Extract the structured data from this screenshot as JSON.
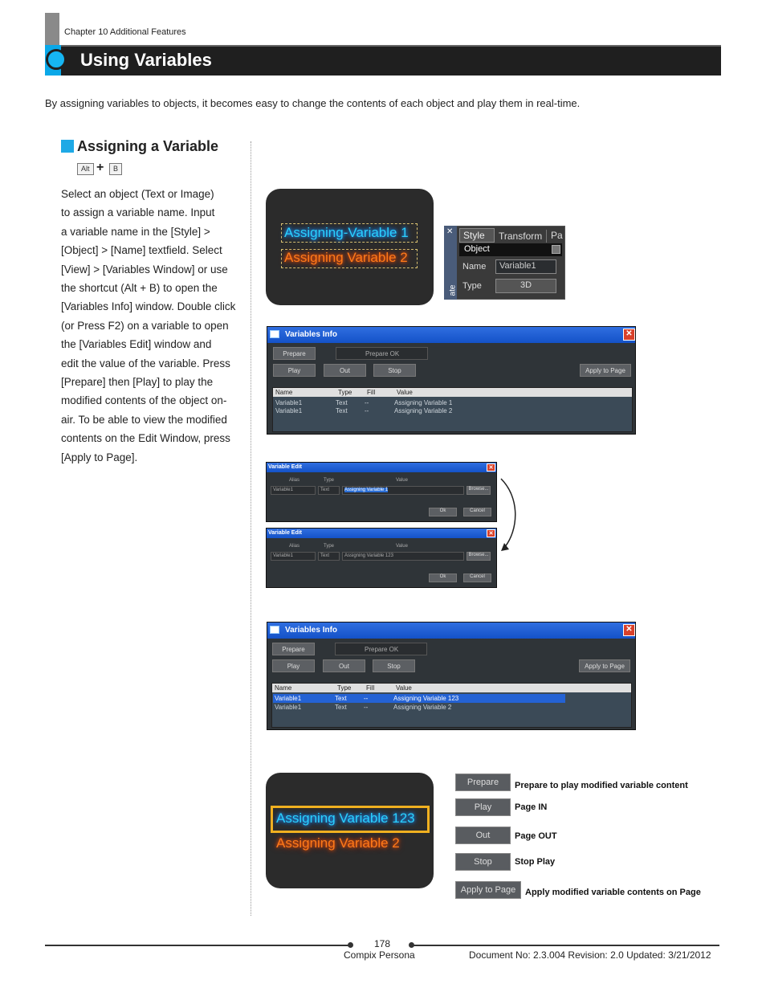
{
  "header": {
    "chapter": "Chapter 10 Additional Features",
    "title": "Using Variables"
  },
  "intro": "By assigning variables to objects, it becomes easy to change the contents of each object and play them in real-time.",
  "section": {
    "title": "Assigning a Variable",
    "shortcut": [
      "Alt",
      "+",
      "B"
    ],
    "body": "Select an object (Text or Image)\nto assign a variable name. Input\na variable name in the [Style] >\n[Object] > [Name] textfield. Select\n[View] > [Variables Window] or use\nthe shortcut (Alt + B) to open the\n[Variables Info] window. Double click\n(or Press F2) on a variable to open\nthe [Variables Edit] window and\nedit the value of the variable. Press\n[Prepare] then [Play] to play the\nmodified contents of the object on-\nair. To be able to view the modified\ncontents on the Edit Window, press\n[Apply to Page]."
  },
  "preview1": {
    "line1": "Assigning-Variable 1",
    "line2": "Assigning Variable 2"
  },
  "style_panel": {
    "tabs": [
      "Style",
      "Transform",
      "Pa"
    ],
    "section": "Object",
    "name_label": "Name",
    "name_value": "Variable1",
    "type_label": "Type",
    "type_value": "3D",
    "side_text": "ate"
  },
  "vinfo1": {
    "title": "Variables Info",
    "prepare": "Prepare",
    "status": "Prepare OK",
    "play": "Play",
    "out": "Out",
    "stop": "Stop",
    "apply": "Apply to Page",
    "columns": [
      "Name",
      "Type",
      "Fill",
      "Value"
    ],
    "rows": [
      [
        "Variable1",
        "Text",
        "--",
        "Assigning Variable 1"
      ],
      [
        "Variable1",
        "Text",
        "--",
        "Assigning Variable 2"
      ]
    ]
  },
  "vedit1": {
    "title": "Variable Edit",
    "columns": [
      "Alias",
      "Type",
      "Value"
    ],
    "alias": "Variable1",
    "type": "Text",
    "value": "Assigning Variable 1",
    "browse": "Browse...",
    "ok": "Ok",
    "cancel": "Cancel"
  },
  "vedit2": {
    "title": "Variable Edit",
    "columns": [
      "Alias",
      "Type",
      "Value"
    ],
    "alias": "Variable1",
    "type": "Text",
    "value": "Assigning Variable 123",
    "browse": "Browse...",
    "ok": "Ok",
    "cancel": "Cancel"
  },
  "vinfo2": {
    "title": "Variables Info",
    "prepare": "Prepare",
    "status": "Prepare OK",
    "play": "Play",
    "out": "Out",
    "stop": "Stop",
    "apply": "Apply to Page",
    "columns": [
      "Name",
      "Type",
      "Fill",
      "Value"
    ],
    "rows": [
      [
        "Variable1",
        "Text",
        "--",
        "Assigning Variable 123"
      ],
      [
        "Variable1",
        "Text",
        "--",
        "Assigning Variable 2"
      ]
    ]
  },
  "preview2": {
    "line1": "Assigning Variable 123",
    "line2": "Assigning Variable 2"
  },
  "legend": [
    {
      "button": "Prepare",
      "desc": "Prepare to play modified variable content"
    },
    {
      "button": "Play",
      "desc": "Page IN"
    },
    {
      "button": "Out",
      "desc": "Page OUT"
    },
    {
      "button": "Stop",
      "desc": "Stop Play"
    },
    {
      "button": "Apply to Page",
      "desc": "Apply modified variable contents on Page"
    }
  ],
  "footer": {
    "page": "178",
    "product": "Compix Persona",
    "doc": "Document No: 2.3.004 Revision: 2.0 Updated: 3/21/2012"
  }
}
